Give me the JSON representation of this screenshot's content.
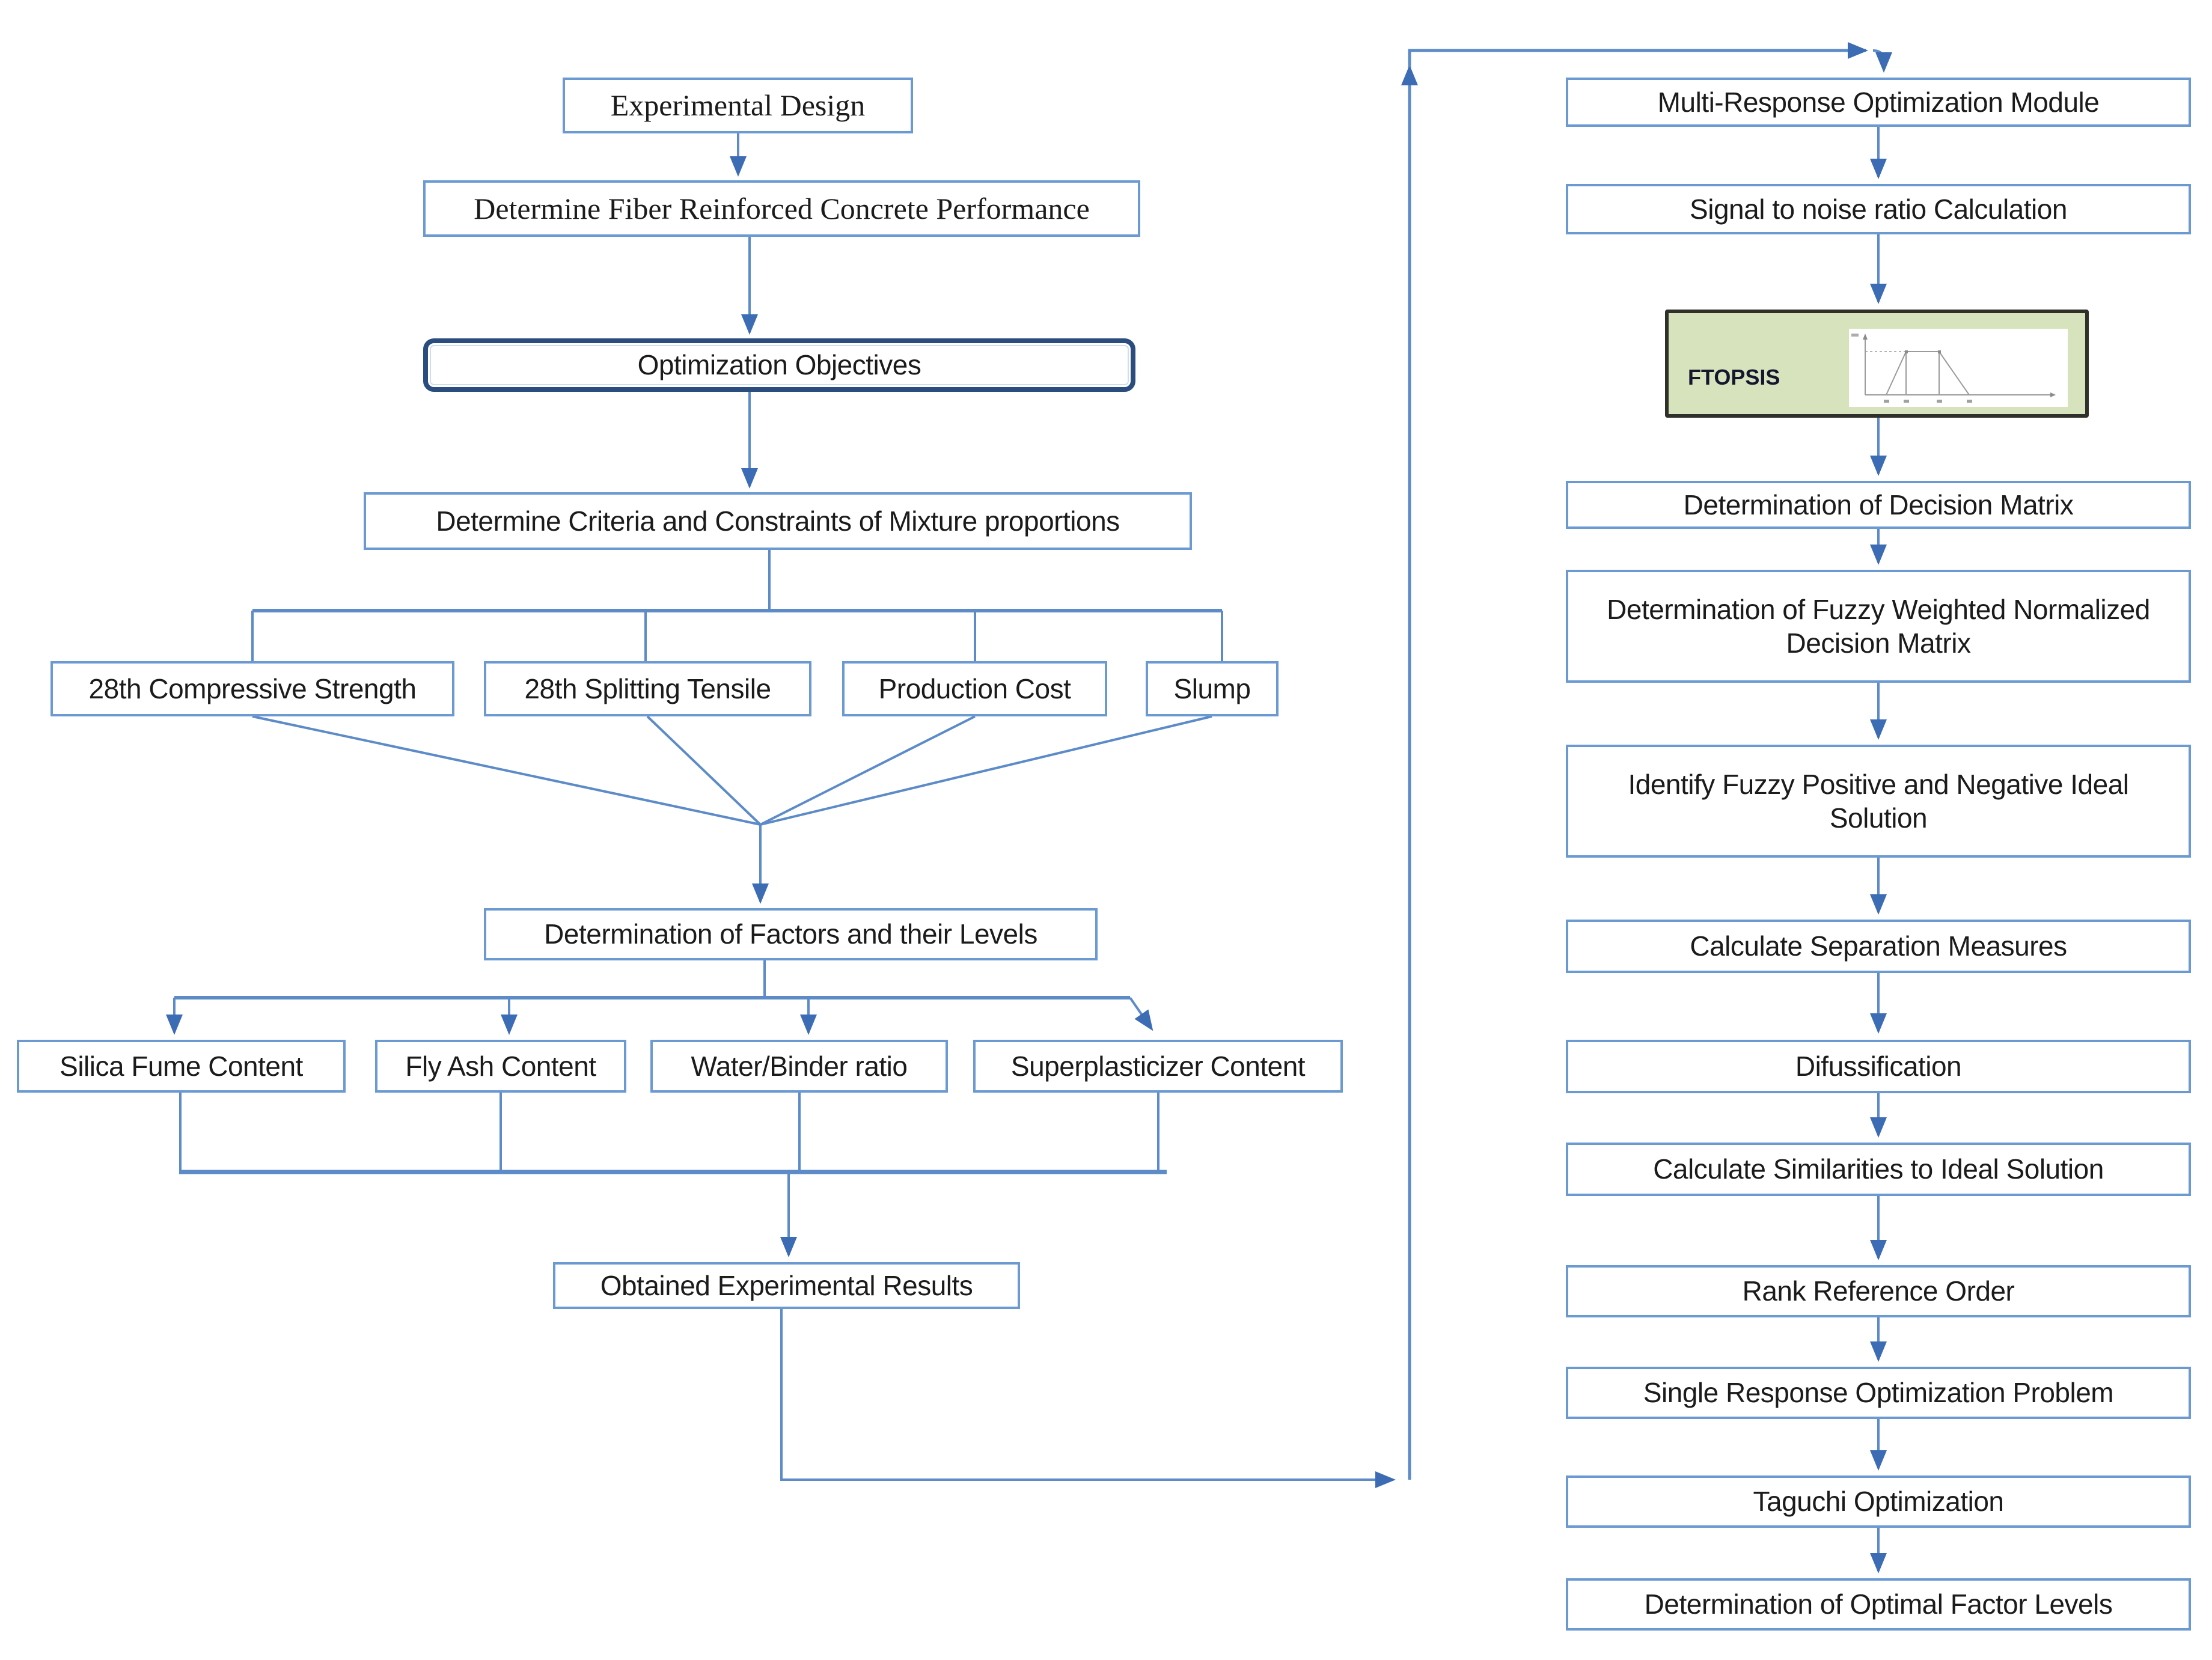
{
  "figure": {
    "type": "flowchart",
    "description_visible_text_only": true
  },
  "left": {
    "s1": "Experimental Design",
    "s2": "Determine Fiber Reinforced Concrete Performance",
    "s3": "Optimization Objectives",
    "s4": "Determine Criteria and Constraints of Mixture proportions",
    "criteria": [
      "28th Compressive Strength",
      "28th Splitting Tensile",
      "Production Cost",
      "Slump"
    ],
    "s5": "Determination of Factors and their Levels",
    "factors": [
      "Silica Fume Content",
      "Fly Ash Content",
      "Water/Binder ratio",
      "Superplasticizer Content"
    ],
    "s6": "Obtained Experimental Results"
  },
  "right": {
    "ftopsis": "FTOPSIS",
    "steps": [
      "Multi-Response Optimization Module",
      "Signal to noise ratio Calculation",
      "Determination of Decision Matrix",
      "Determination of Fuzzy Weighted Normalized Decision Matrix",
      "Identify Fuzzy Positive and Negative Ideal Solution",
      "Calculate Separation Measures",
      "Difussification",
      "Calculate Similarities to Ideal Solution",
      "Rank Reference Order",
      "Single Response Optimization Problem",
      "Taguchi Optimization",
      "Determination of Optimal Factor Levels"
    ]
  },
  "colors": {
    "box_border": "#6b9ad3",
    "dark_border": "#2a4d7e",
    "line": "#5c8bc7",
    "arrow": "#3c6cb4",
    "green_fill": "#d7e3bd",
    "green_border": "#30302a",
    "text": "#1b1b1b",
    "ftopsis_text": "#16162e",
    "plot_line": "#9b9b9b"
  }
}
